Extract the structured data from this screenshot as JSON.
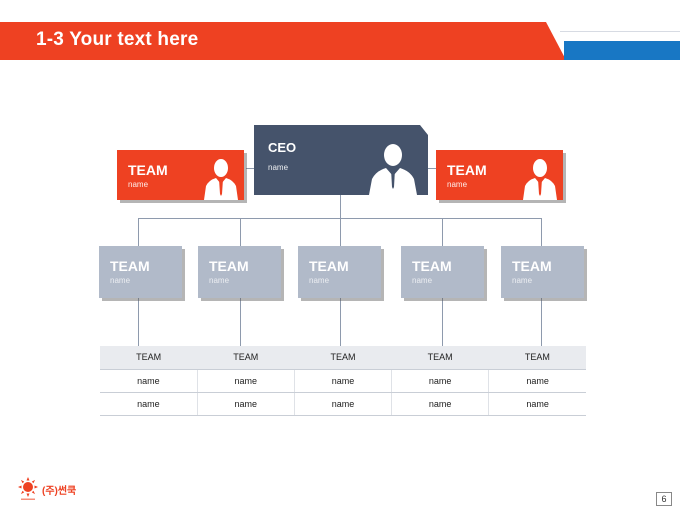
{
  "header": {
    "title": "1-3 Your text here"
  },
  "org": {
    "ceo": {
      "label": "CEO",
      "sub": "name"
    },
    "side_teams": [
      {
        "label": "TEAM",
        "sub": "name"
      },
      {
        "label": "TEAM",
        "sub": "name"
      }
    ],
    "teams": [
      {
        "label": "TEAM",
        "sub": "name"
      },
      {
        "label": "TEAM",
        "sub": "name"
      },
      {
        "label": "TEAM",
        "sub": "name"
      },
      {
        "label": "TEAM",
        "sub": "name"
      },
      {
        "label": "TEAM",
        "sub": "name"
      }
    ]
  },
  "table": {
    "headers": [
      "TEAM",
      "TEAM",
      "TEAM",
      "TEAM",
      "TEAM"
    ],
    "rows": [
      [
        "name",
        "name",
        "name",
        "name",
        "name"
      ],
      [
        "name",
        "name",
        "name",
        "name",
        "name"
      ]
    ]
  },
  "footer": {
    "company": "(주)썬쿡",
    "page": "6"
  },
  "colors": {
    "accent_red": "#ee4122",
    "accent_blue": "#1877c4",
    "ceo_navy": "#45536b",
    "team_grey": "#b1bac9"
  }
}
